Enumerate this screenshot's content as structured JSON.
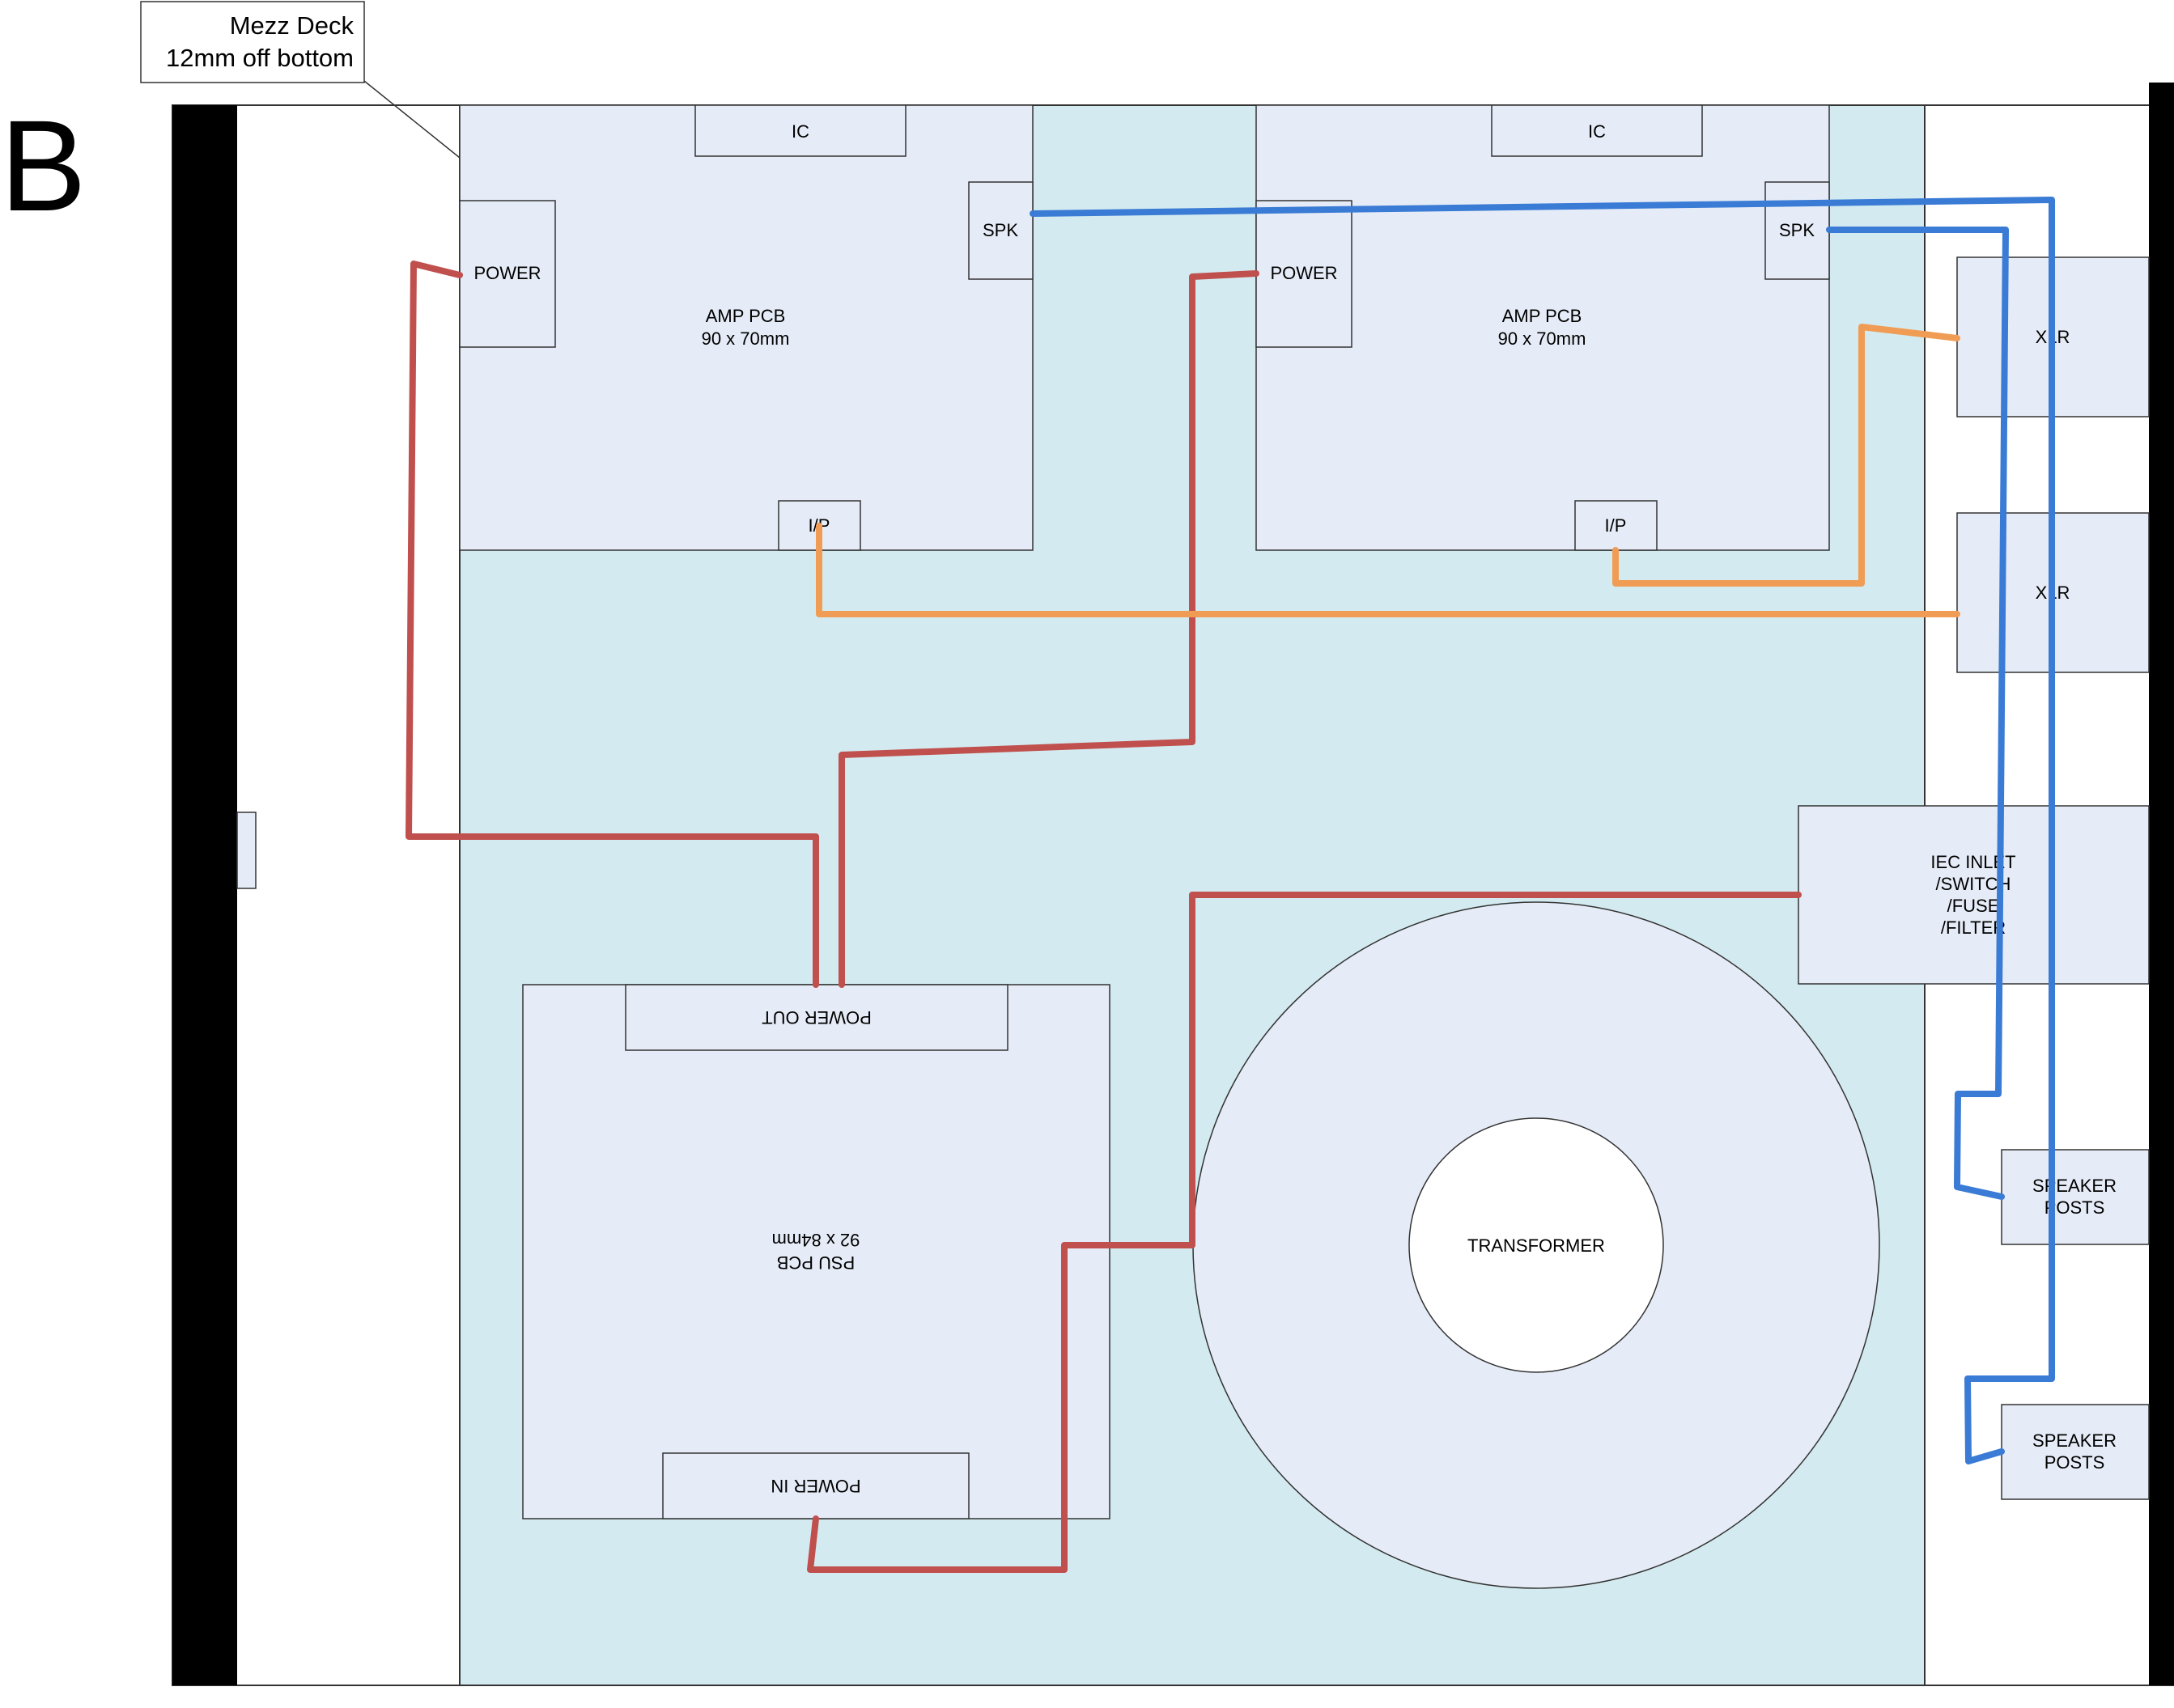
{
  "section_letter": "B",
  "callout": {
    "line1": "Mezz Deck",
    "line2": "12mm off bottom"
  },
  "amp_left": {
    "ic": "IC",
    "spk": "SPK",
    "power": "POWER",
    "ip": "I/P",
    "title": "AMP PCB",
    "size": "90 x 70mm"
  },
  "amp_right": {
    "ic": "IC",
    "spk": "SPK",
    "power": "POWER",
    "ip": "I/P",
    "title": "AMP PCB",
    "size": "90 x 70mm"
  },
  "xlr_top": "XLR",
  "xlr_bottom": "XLR",
  "iec": {
    "line1": "IEC INLET",
    "line2": "/SWITCH",
    "line3": "/FUSE",
    "line4": "/FILTER"
  },
  "psu": {
    "power_out": "POWER OUT",
    "title": "PSU PCB",
    "size": "92 x 84mm",
    "power_in": "POWER IN"
  },
  "transformer": "TRANSFORMER",
  "speaker_posts_top": {
    "line1": "SPEAKER",
    "line2": "POSTS"
  },
  "speaker_posts_bottom": {
    "line1": "SPEAKER",
    "line2": "POSTS"
  },
  "colors": {
    "deck": "#d3ebf0",
    "board": "#e6ecf7",
    "power_wire": "#c0504d",
    "signal_wire": "#f09c55",
    "speaker_wire": "#3a7bd5",
    "panel": "#000000"
  }
}
